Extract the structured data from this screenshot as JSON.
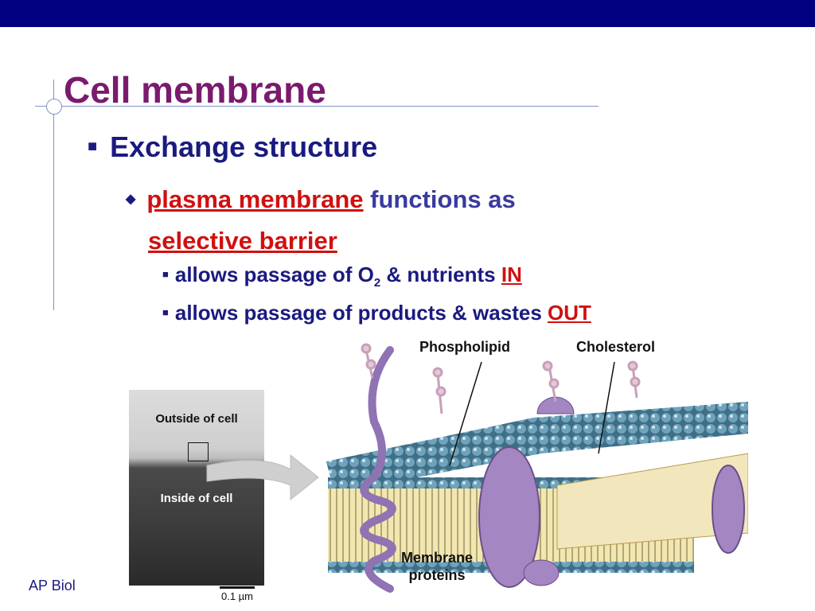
{
  "slide": {
    "title": "Cell membrane",
    "bullet1": "Exchange structure",
    "sub1": {
      "term1": "plasma membrane",
      "text1": " functions as",
      "term2": "selective barrier"
    },
    "sub2a": {
      "text_before": "allows passage of O",
      "subscript": "2",
      "text_after": " & nutrients ",
      "emph": "IN"
    },
    "sub2b": {
      "text": "allows passage of products & wastes ",
      "emph": "OUT"
    },
    "footer": "AP Biol"
  },
  "micrograph": {
    "outside_label": "Outside of cell",
    "inside_label": "Inside of cell",
    "scale_label": "0.1 µm"
  },
  "diagram": {
    "label_phospholipid": "Phospholipid",
    "label_cholesterol": "Cholesterol",
    "label_proteins_line1": "Membrane",
    "label_proteins_line2": "proteins"
  },
  "colors": {
    "topbar": "#000080",
    "title": "#7a1a6e",
    "heading": "#1a1a80",
    "emphasis": "#d01010",
    "protein": "#9b7ab8",
    "lipid_head": "#5a8aa0",
    "tail": "#e2c870"
  }
}
